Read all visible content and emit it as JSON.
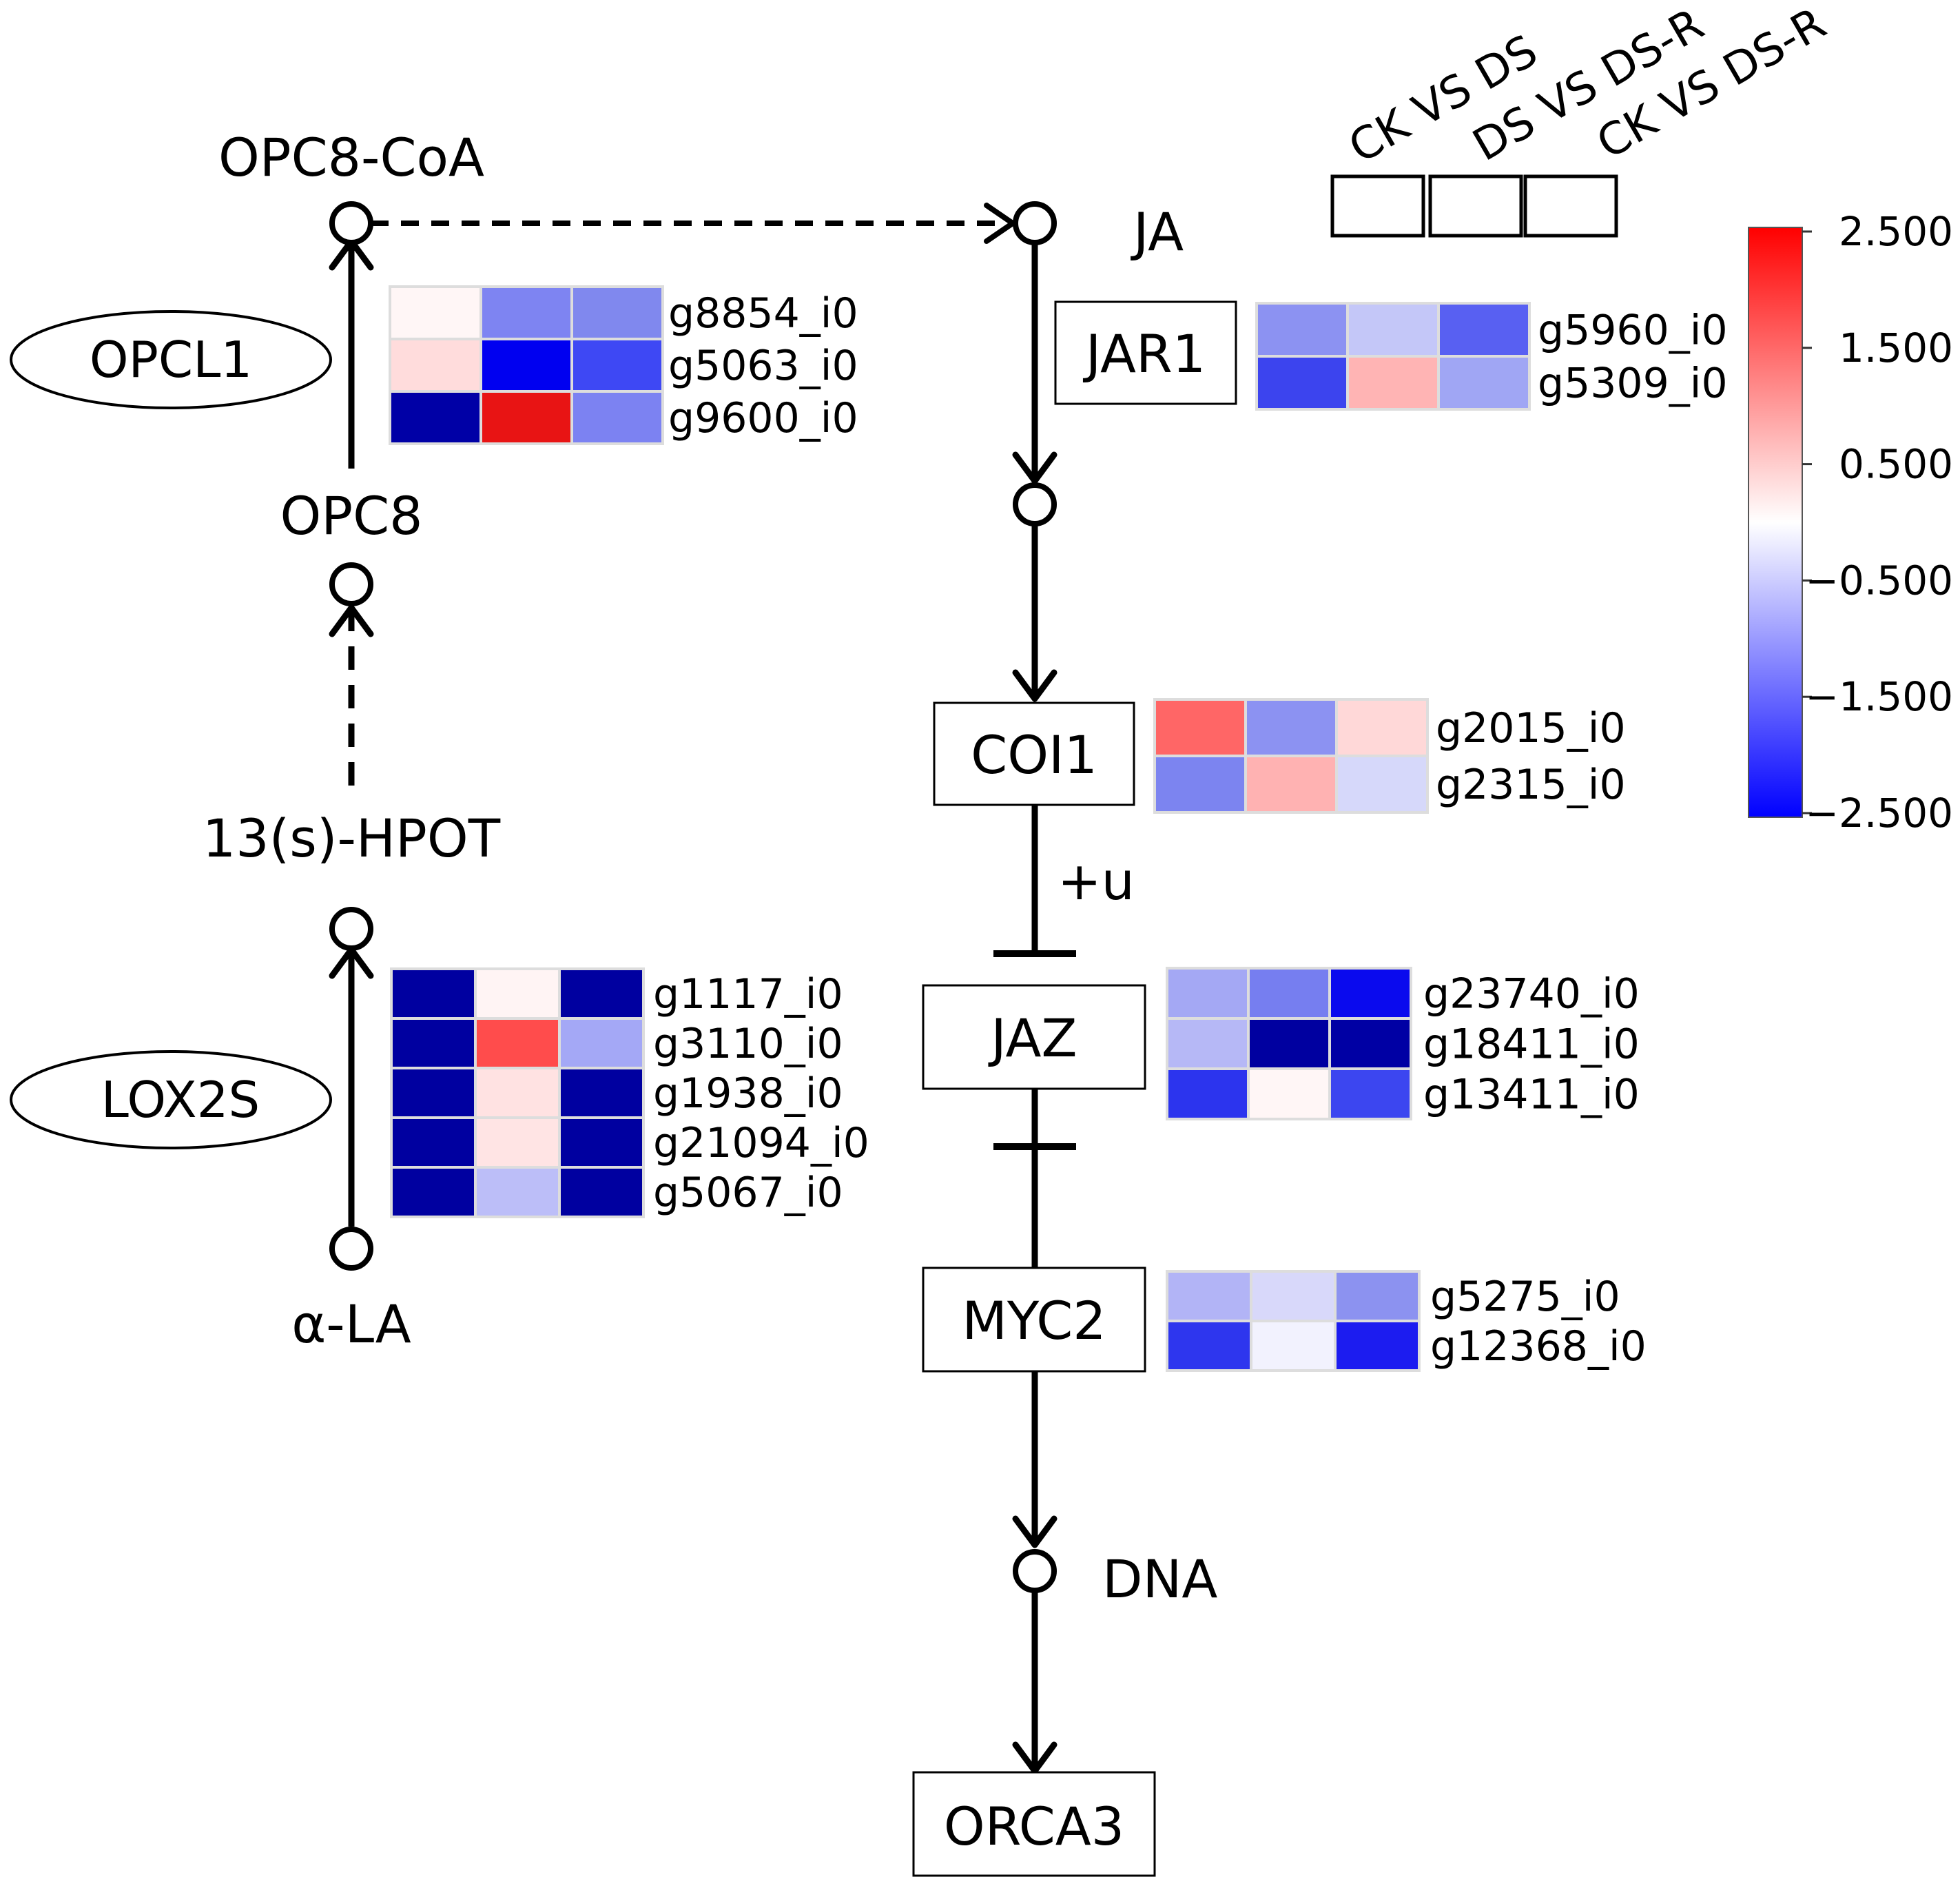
{
  "nodes": {
    "opc8_coa": "OPC8-CoA",
    "opc8": "OPC8",
    "hpot": "13(s)-HPOT",
    "ala": "α-LA",
    "ja": "JA",
    "dna": "DNA",
    "plus_u": "+u"
  },
  "enzymes": {
    "opcl1": "OPCL1",
    "lox2s": "LOX2S",
    "jar1": "JAR1",
    "coi1": "COI1",
    "jaz": "JAZ",
    "myc2": "MYC2",
    "orca3": "ORCA3"
  },
  "conditions": [
    "CK VS DS",
    "DS VS DS-R",
    "CK VS DS-R"
  ],
  "legend": {
    "ticks": [
      "2.500",
      "1.500",
      "0.500",
      "−0.500",
      "−1.500",
      "−2.500"
    ],
    "max_color": "#ff0000",
    "mid_color": "#ffffff",
    "min_color": "#0000ff"
  },
  "heatmaps": {
    "opcl1": {
      "genes": [
        "g8854_i0",
        "g5063_i0",
        "g9600_i0"
      ],
      "colors": [
        [
          "#fff6f6",
          "#7e84f2",
          "#8088ee"
        ],
        [
          "#ffdcdc",
          "#0000f0",
          "#3e48f4"
        ],
        [
          "#0000a6",
          "#e81414",
          "#7c82f2"
        ]
      ]
    },
    "jar1": {
      "genes": [
        "g5960_i0",
        "g5309_i0"
      ],
      "colors": [
        [
          "#8c92f2",
          "#c4c7f8",
          "#5860f2"
        ],
        [
          "#3c44ee",
          "#ffb4b4",
          "#a0a6f4"
        ]
      ]
    },
    "coi1": {
      "genes": [
        "g2015_i0",
        "g2315_i0"
      ],
      "colors": [
        [
          "#ff6666",
          "#8c92f2",
          "#ffd8d8"
        ],
        [
          "#7c84f0",
          "#ffb2b2",
          "#d6d8fa"
        ]
      ]
    },
    "lox2s": {
      "genes": [
        "g1117_i0",
        "g3110_i0",
        "g1938_i0",
        "g21094_i0",
        "g5067_i0"
      ],
      "colors": [
        [
          "#0000a0",
          "#fff4f4",
          "#0000a0"
        ],
        [
          "#0000a0",
          "#ff4c4c",
          "#a4a8f6"
        ],
        [
          "#0000a0",
          "#ffe2e2",
          "#0000a0"
        ],
        [
          "#0000a0",
          "#ffe4e4",
          "#0000a0"
        ],
        [
          "#0000a0",
          "#bcbef8",
          "#0000a0"
        ]
      ]
    },
    "jaz": {
      "genes": [
        "g23740_i0",
        "g18411_i0",
        "g13411_i0"
      ],
      "colors": [
        [
          "#a4a8f4",
          "#767ef0",
          "#0a0aee"
        ],
        [
          "#b6b8f6",
          "#0000a0",
          "#0000a4"
        ],
        [
          "#2c34ee",
          "#fff6f6",
          "#3c46f0"
        ]
      ]
    },
    "myc2": {
      "genes": [
        "g5275_i0",
        "g12368_i0"
      ],
      "colors": [
        [
          "#b2b4f6",
          "#d8d8fa",
          "#8c92f0"
        ],
        [
          "#2e36ee",
          "#f2f2fe",
          "#1c1cf0"
        ]
      ]
    }
  }
}
